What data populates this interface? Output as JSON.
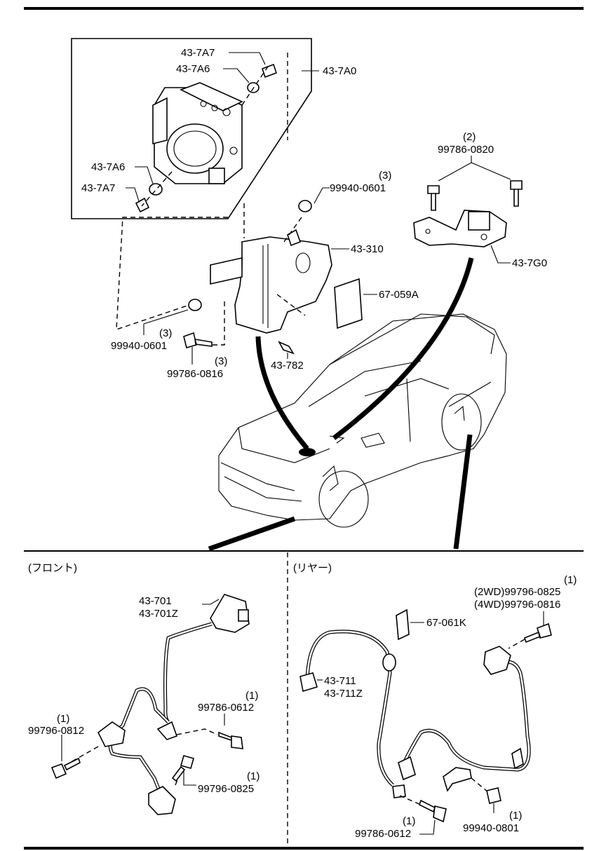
{
  "top_section": {
    "hcu_assembly": {
      "assembly_label": "43-7A0",
      "upper_labels": [
        "43-7A7",
        "43-7A6"
      ],
      "lower_labels": [
        "43-7A6",
        "43-7A7"
      ]
    },
    "bracket": {
      "label": "43-310"
    },
    "nut_upper": {
      "label": "99940-0601",
      "qty": "(3)"
    },
    "nut_lower": {
      "label": "99940-0601",
      "qty": "(3)"
    },
    "bolt_lower": {
      "label": "99786-0816",
      "qty": "(3)"
    },
    "pad": {
      "label": "67-059A"
    },
    "clip": {
      "label": "43-782"
    },
    "g_sensor": {
      "label": "43-7G0",
      "bolt_label": "99786-0820",
      "bolt_qty": "(2)"
    }
  },
  "front_section": {
    "title": "(フロント)",
    "sensor_labels": [
      "43-701",
      "43-701Z"
    ],
    "bolt_a": {
      "label": "99786-0612",
      "qty": "(1)"
    },
    "bolt_b": {
      "label": "99796-0812",
      "qty": "(1)"
    },
    "bolt_c": {
      "label": "99796-0825",
      "qty": "(1)"
    }
  },
  "rear_section": {
    "title": "(リヤー)",
    "sensor_labels": [
      "43-711",
      "43-711Z"
    ],
    "cover": {
      "label": "67-061K"
    },
    "bolt_top": {
      "qty": "(1)",
      "label_2wd": "(2WD)99796-0825",
      "label_4wd": "(4WD)99796-0816"
    },
    "bolt_bottom": {
      "label": "99786-0612",
      "qty": "(1)"
    },
    "nut_bottom": {
      "label": "99940-0801",
      "qty": "(1)"
    }
  }
}
